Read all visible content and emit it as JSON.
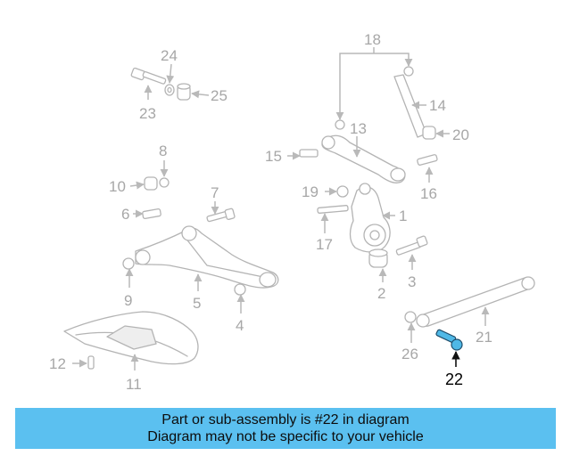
{
  "diagram": {
    "callouts": {
      "c1": "1",
      "c2": "2",
      "c3": "3",
      "c4": "4",
      "c5": "5",
      "c6": "6",
      "c7": "7",
      "c8": "8",
      "c9": "9",
      "c10": "10",
      "c11": "11",
      "c12": "12",
      "c13": "13",
      "c14": "14",
      "c15": "15",
      "c16": "16",
      "c17": "17",
      "c18": "18",
      "c19": "19",
      "c20": "20",
      "c21": "21",
      "c22": "22",
      "c23": "23",
      "c24": "24",
      "c25": "25",
      "c26": "26"
    },
    "highlighted_part": "22",
    "highlight_color": "#4fb8e6"
  },
  "banner": {
    "line1": "Part or sub-assembly is #22 in diagram",
    "line2": "Diagram may not be specific to your vehicle",
    "background": "#5bc0f0"
  }
}
